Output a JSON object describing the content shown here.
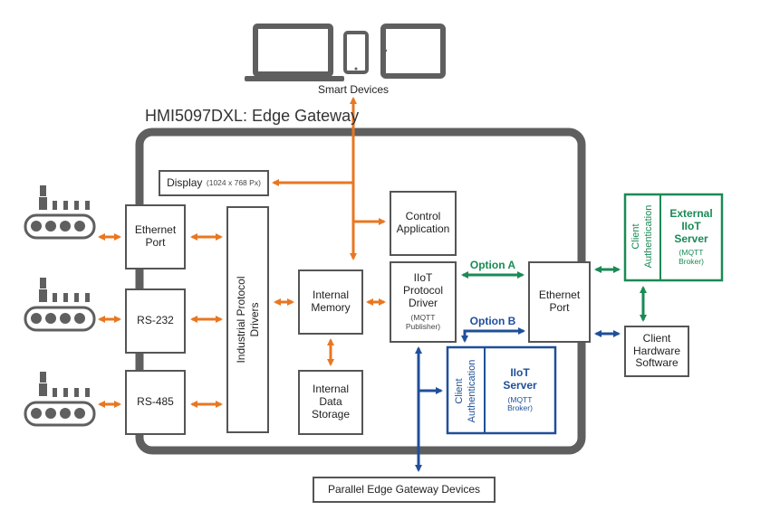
{
  "title": "HMI5097DXL: Edge Gateway",
  "smart_devices": "Smart Devices",
  "display": {
    "label": "Display",
    "resolution": "(1024 x 768 Px)"
  },
  "control_application": [
    "Control",
    "Application"
  ],
  "ports": {
    "ethernet": [
      "Ethernet",
      "Port"
    ],
    "rs232": "RS-232",
    "rs485": "RS-485"
  },
  "industrial_protocol_drivers": [
    "Industrial Protocol",
    "Drivers"
  ],
  "internal_memory": [
    "Internal",
    "Memory"
  ],
  "internal_data_storage": [
    "Internal",
    "Data",
    "Storage"
  ],
  "iiot_protocol_driver": {
    "lines": [
      "IIoT",
      "Protocol",
      "Driver"
    ],
    "sub": [
      "(MQTT",
      "Publisher)"
    ]
  },
  "ethernet_port_right": [
    "Ethernet",
    "Port"
  ],
  "option_a": "Option A",
  "option_b": "Option B",
  "iiot_server": {
    "auth": [
      "Client",
      "Authentication"
    ],
    "lines": [
      "IIoT",
      "Server"
    ],
    "sub": [
      "(MQTT",
      "Broker)"
    ]
  },
  "external_iiot_server": {
    "auth": [
      "Client",
      "Authentication"
    ],
    "lines": [
      "External",
      "IIoT",
      "Server"
    ],
    "sub": [
      "(MQTT",
      "Broker)"
    ]
  },
  "client_hardware_software": [
    "Client",
    "Hardware",
    "Software"
  ],
  "parallel_edge_gateway_devices": "Parallel Edge Gateway Devices",
  "colors": {
    "orange": "#e87722",
    "blue": "#1f4f9a",
    "green": "#1a8a55",
    "frame": "#5f5f5f"
  }
}
